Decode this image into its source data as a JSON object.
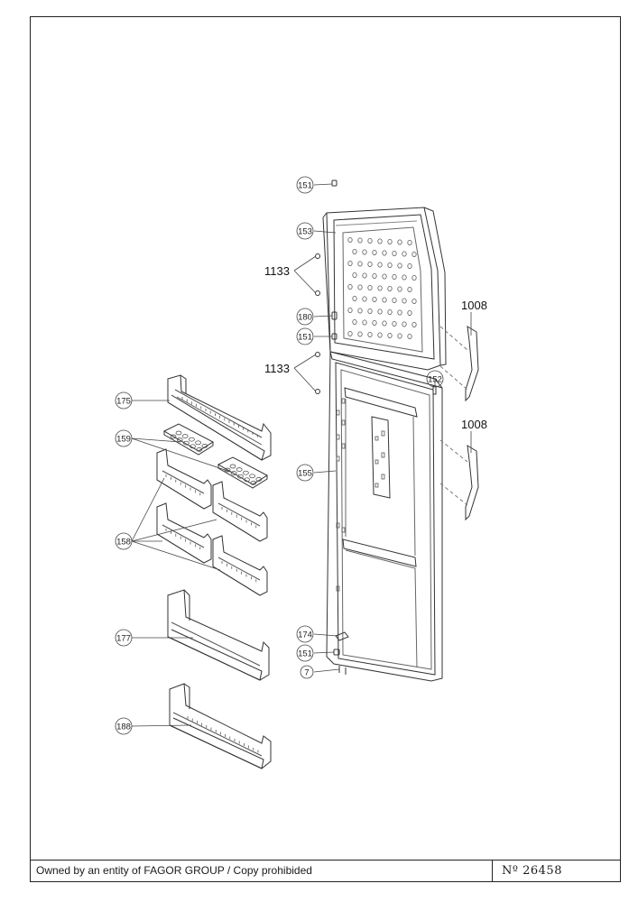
{
  "footer": {
    "owner": "Owned by an entity of FAGOR GROUP / Copy prohibided",
    "doc_number": "Nº 26458"
  },
  "callouts": {
    "c151_top": "151",
    "c153": "153",
    "c180": "180",
    "c151_mid": "151",
    "c152": "152",
    "c155": "155",
    "c175": "175",
    "c159": "159",
    "c158": "158",
    "c177": "177",
    "c188": "188",
    "c174": "174",
    "c151_bot": "151",
    "c7": "7"
  },
  "labels": {
    "l1133_top": "1133",
    "l1133_bot": "1133",
    "l1008_top": "1008",
    "l1008_bot": "1008"
  }
}
